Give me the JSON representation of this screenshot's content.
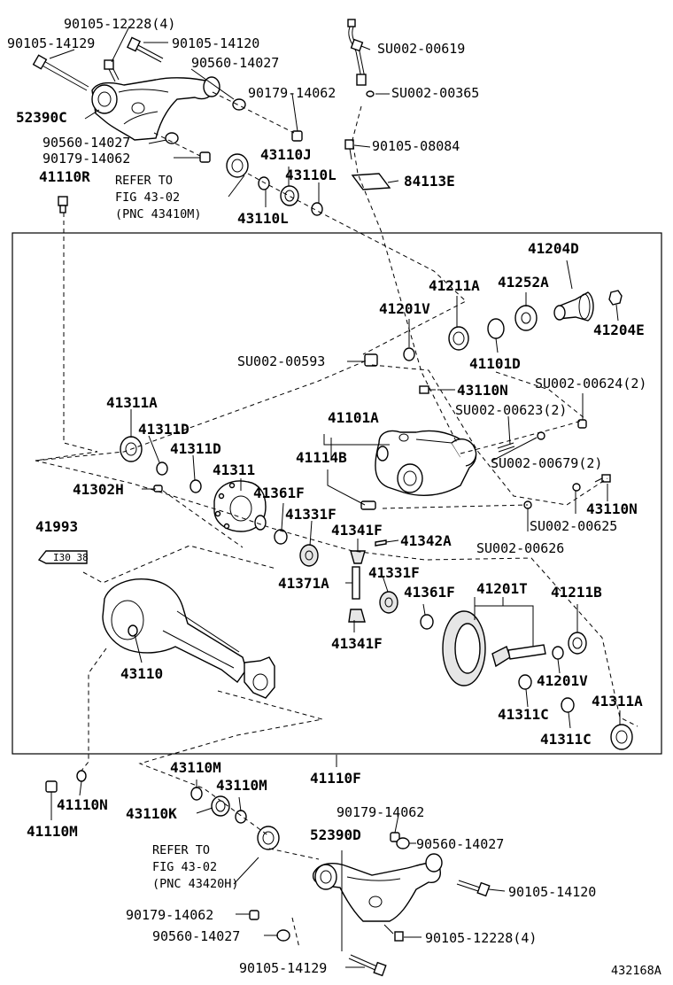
{
  "figure_id": "432168A",
  "labels": {
    "p90105_12228_4_top": "90105-12228(4)",
    "p90105_14129_top": "90105-14129",
    "p90105_14120_top": "90105-14120",
    "p90560_14027_a": "90560-14027",
    "p52390C": "52390C",
    "p90179_14062_a": "90179-14062",
    "p90560_14027_b": "90560-14027",
    "p90179_14062_b": "90179-14062",
    "p41110R": "41110R",
    "su00619": "SU002-00619",
    "su00365": "SU002-00365",
    "p90105_08084": "90105-08084",
    "p43110J": "43110J",
    "p43110L_a": "43110L",
    "p43110L_b": "43110L",
    "p84113E": "84113E",
    "p41204D": "41204D",
    "p41211A": "41211A",
    "p41252A": "41252A",
    "p41201V_a": "41201V",
    "p41204E": "41204E",
    "p41101D": "41101D",
    "su00593": "SU002-00593",
    "p43110N_a": "43110N",
    "su00624": "SU002-00624(2)",
    "su00623": "SU002-00623(2)",
    "su00679": "SU002-00679(2)",
    "p41311A_a": "41311A",
    "p41311D_a": "41311D",
    "p41311D_b": "41311D",
    "p41311": "41311",
    "p41101A": "41101A",
    "p41114B": "41114B",
    "p41302H": "41302H",
    "p41361F_a": "41361F",
    "p41331F_a": "41331F",
    "p43110N_b": "43110N",
    "su00625": "SU002-00625",
    "p41993": "41993",
    "p41341F_a": "41341F",
    "p41342A": "41342A",
    "su00626": "SU002-00626",
    "p41371A": "41371A",
    "p41331F_b": "41331F",
    "p41361F_b": "41361F",
    "p41201T": "41201T",
    "p41211B": "41211B",
    "p41341F_b": "41341F",
    "p43110": "43110",
    "p41201V_b": "41201V",
    "p41311C_a": "41311C",
    "p41311A_b": "41311A",
    "p41311C_b": "41311C",
    "p43110M_a": "43110M",
    "p43110M_b": "43110M",
    "p41110F": "41110F",
    "p41110N": "41110N",
    "p43110K": "43110K",
    "p41110M": "41110M",
    "p90179_14062_c": "90179-14062",
    "p52390D": "52390D",
    "p90560_14027_c": "90560-14027",
    "p90105_14120_b": "90105-14120",
    "p90179_14062_d": "90179-14062",
    "p90560_14027_d": "90560-14027",
    "p90105_12228_4_b": "90105-12228(4)",
    "p90105_14129_b": "90105-14129"
  },
  "refer_top": {
    "line1": "REFER TO",
    "line2": "FIG 43-02",
    "line3": "(PNC 43410M)"
  },
  "refer_bottom": {
    "line1": "REFER TO",
    "line2": "FIG 43-02",
    "line3": "(PNC 43420H)"
  },
  "tag_41993": "I30 38"
}
